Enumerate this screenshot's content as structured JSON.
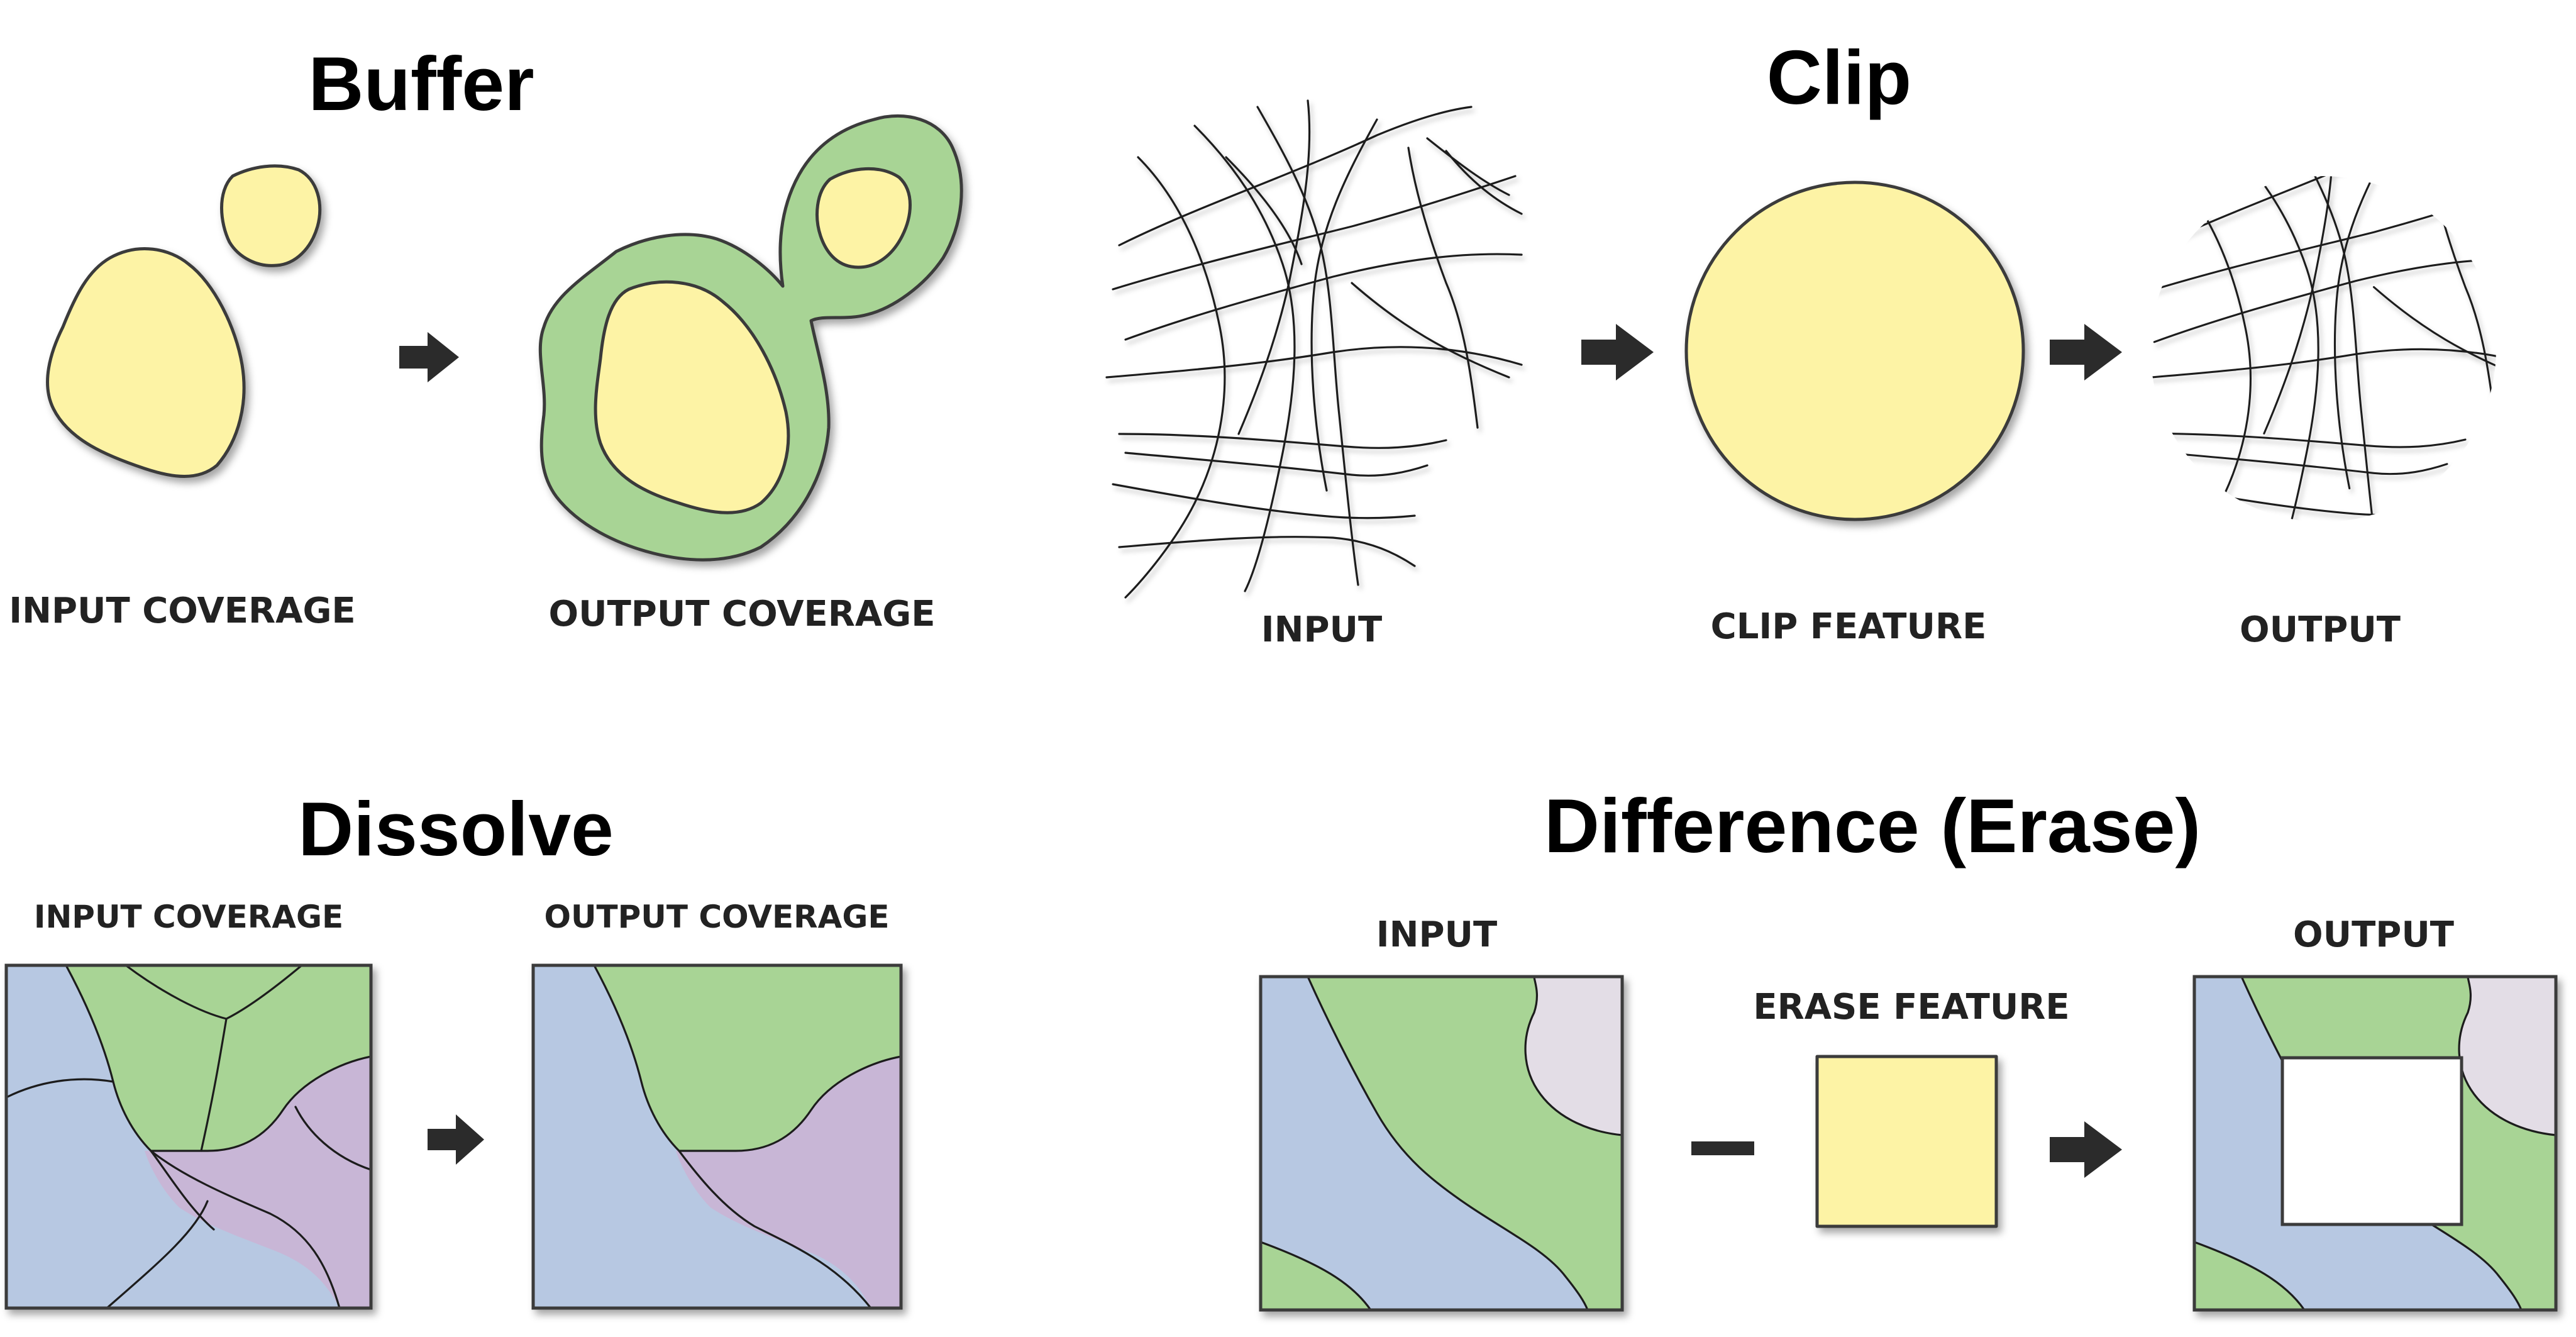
{
  "colors": {
    "yellow": "#fdf3a5",
    "green": "#a8d495",
    "blue": "#b7c8e2",
    "purple": "#c8b6d6",
    "lilac": "#e3dde6",
    "arrow": "#2b2b2b",
    "line": "#1e1e1e"
  },
  "buffer": {
    "title": "Buffer",
    "input_label": "INPUT COVERAGE",
    "output_label": "OUTPUT COVERAGE"
  },
  "clip": {
    "title": "Clip",
    "input_label": "INPUT",
    "clip_feature_label": "CLIP FEATURE",
    "output_label": "OUTPUT"
  },
  "dissolve": {
    "title": "Dissolve",
    "input_label": "INPUT COVERAGE",
    "output_label": "OUTPUT COVERAGE"
  },
  "difference": {
    "title": "Difference (Erase)",
    "input_label": "INPUT",
    "erase_feature_label": "ERASE FEATURE",
    "output_label": "OUTPUT"
  },
  "icons": [
    "arrow-right-icon",
    "minus-icon"
  ]
}
